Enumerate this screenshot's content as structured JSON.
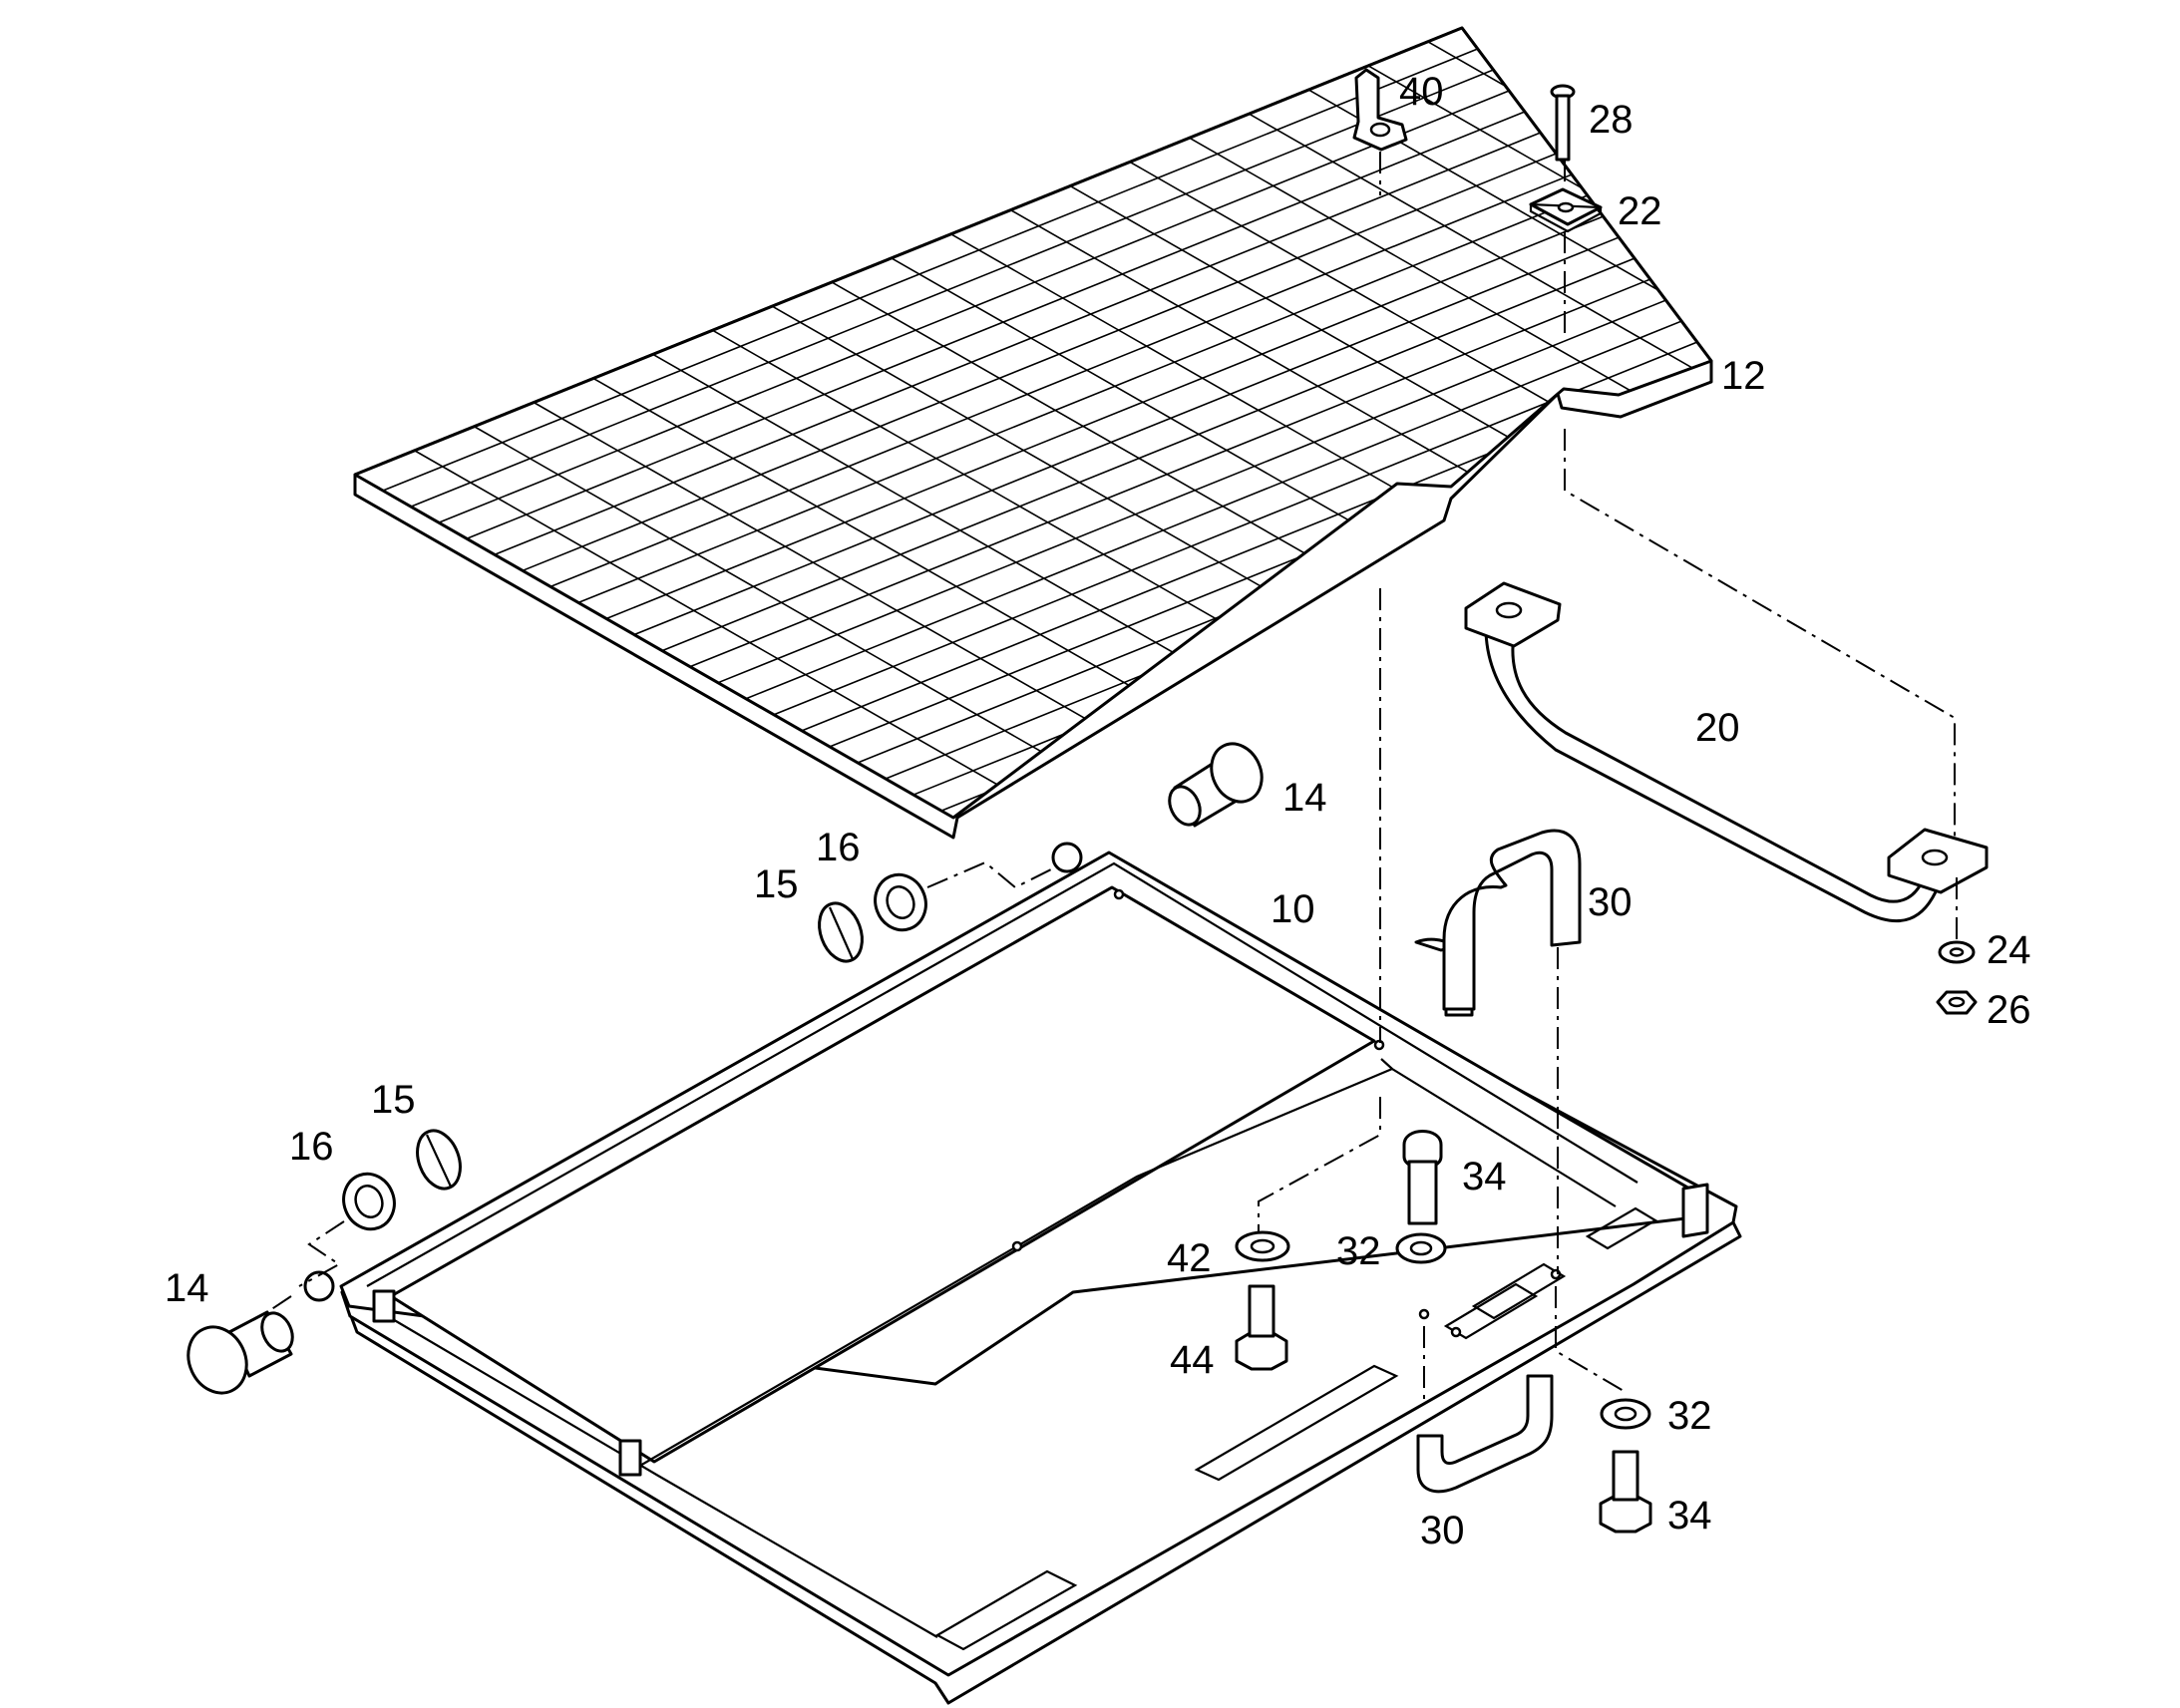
{
  "callouts": [
    {
      "id": "c40",
      "label": "40"
    },
    {
      "id": "c28",
      "label": "28"
    },
    {
      "id": "c22",
      "label": "22"
    },
    {
      "id": "c12",
      "label": "12"
    },
    {
      "id": "c20",
      "label": "20"
    },
    {
      "id": "c14a",
      "label": "14"
    },
    {
      "id": "c16a",
      "label": "16"
    },
    {
      "id": "c15a",
      "label": "15"
    },
    {
      "id": "c10",
      "label": "10"
    },
    {
      "id": "c30a",
      "label": "30"
    },
    {
      "id": "c24",
      "label": "24"
    },
    {
      "id": "c26",
      "label": "26"
    },
    {
      "id": "c15b",
      "label": "15"
    },
    {
      "id": "c16b",
      "label": "16"
    },
    {
      "id": "c34a",
      "label": "34"
    },
    {
      "id": "c14b",
      "label": "14"
    },
    {
      "id": "c42",
      "label": "42"
    },
    {
      "id": "c32a",
      "label": "32"
    },
    {
      "id": "c44",
      "label": "44"
    },
    {
      "id": "c32b",
      "label": "32"
    },
    {
      "id": "c30b",
      "label": "30"
    },
    {
      "id": "c34b",
      "label": "34"
    }
  ]
}
